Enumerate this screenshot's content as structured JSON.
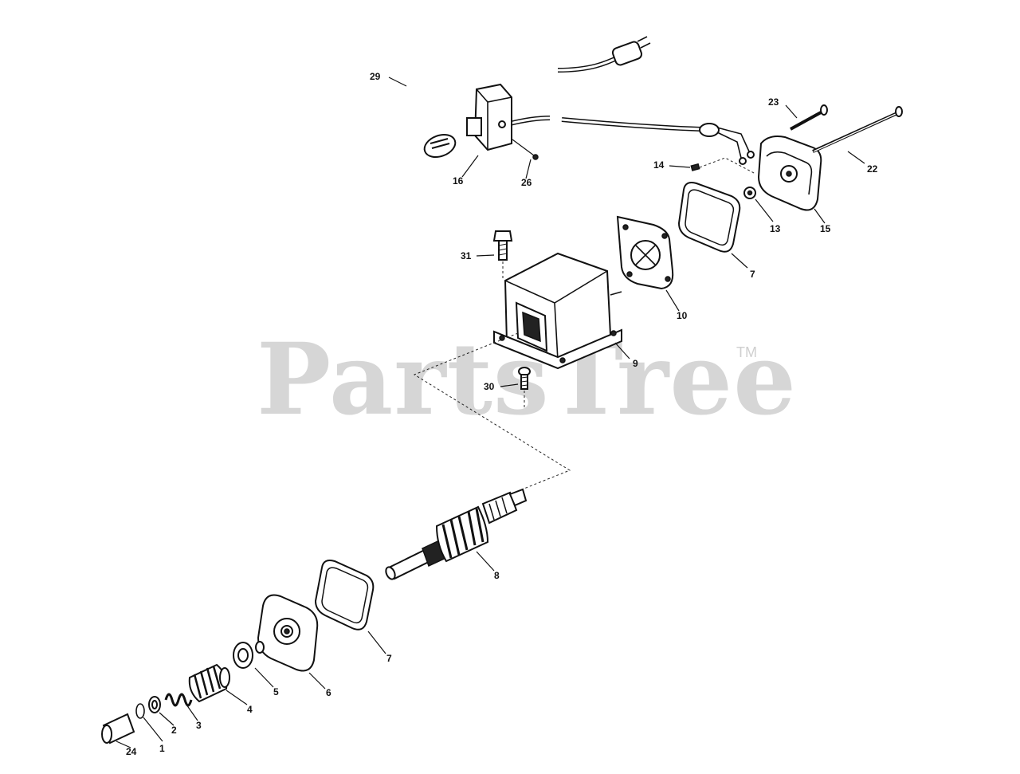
{
  "watermark": {
    "text": "PartsTree",
    "trademark": "TM"
  },
  "callouts": {
    "c1": "1",
    "c2": "2",
    "c3": "3",
    "c4": "4",
    "c5": "5",
    "c6": "6",
    "c7a": "7",
    "c7b": "7",
    "c8": "8",
    "c9": "9",
    "c10": "10",
    "c13": "13",
    "c14": "14",
    "c15": "15",
    "c16": "16",
    "c22": "22",
    "c23": "23",
    "c24": "24",
    "c26": "26",
    "c29": "29",
    "c30": "30",
    "c31": "31"
  }
}
